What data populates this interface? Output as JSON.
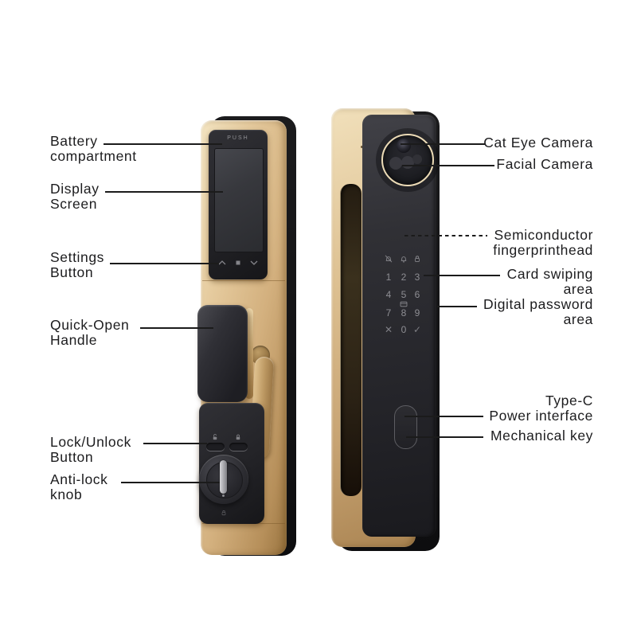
{
  "diagram": {
    "background": "#ffffff",
    "line_color": "#1b1b1b",
    "text_color": "#1c1c1e",
    "gold_color": "#d3b07e",
    "panel_color": "#242429"
  },
  "interior_unit": {
    "push_label": "PUSH",
    "nav_icons": [
      "chevron-up-icon",
      "menu-square-icon",
      "chevron-down-icon"
    ],
    "pill_icons": [
      "unlock-icon",
      "lock-icon"
    ]
  },
  "exterior_unit": {
    "header_icons": [
      "mute-bell-icon",
      "doorbell-icon",
      "lock-icon"
    ],
    "keypad_rows": [
      [
        "1",
        "2",
        "3"
      ],
      [
        "4",
        "5",
        "6"
      ],
      [
        "7",
        "8",
        "9"
      ],
      [
        "✕",
        "0",
        "✓"
      ]
    ],
    "card_icon": "card-swipe-icon"
  },
  "callouts": {
    "left": {
      "battery": {
        "l1": "Battery",
        "l2": "compartment"
      },
      "display": {
        "l1": "Display",
        "l2": "Screen"
      },
      "settings": {
        "l1": "Settings",
        "l2": "Button"
      },
      "handle": {
        "l1": "Quick-Open",
        "l2": "Handle"
      },
      "lock_unlock": {
        "l1": "Lock/Unlock",
        "l2": "Button"
      },
      "anti_lock": {
        "l1": "Anti-lock",
        "l2": "knob"
      }
    },
    "right": {
      "cat_eye": {
        "l1": "Cat Eye Camera"
      },
      "facial": {
        "l1": "Facial Camera"
      },
      "fingerprint": {
        "l1": "Semiconductor",
        "l2": "fingerprinthead"
      },
      "card": {
        "l1": "Card swiping",
        "l2": "area"
      },
      "password": {
        "l1": "Digital password",
        "l2": "area"
      },
      "type_c": {
        "l1": "Type-C",
        "l2": "Power interface"
      },
      "mechanical": {
        "l1": "Mechanical key"
      }
    }
  }
}
